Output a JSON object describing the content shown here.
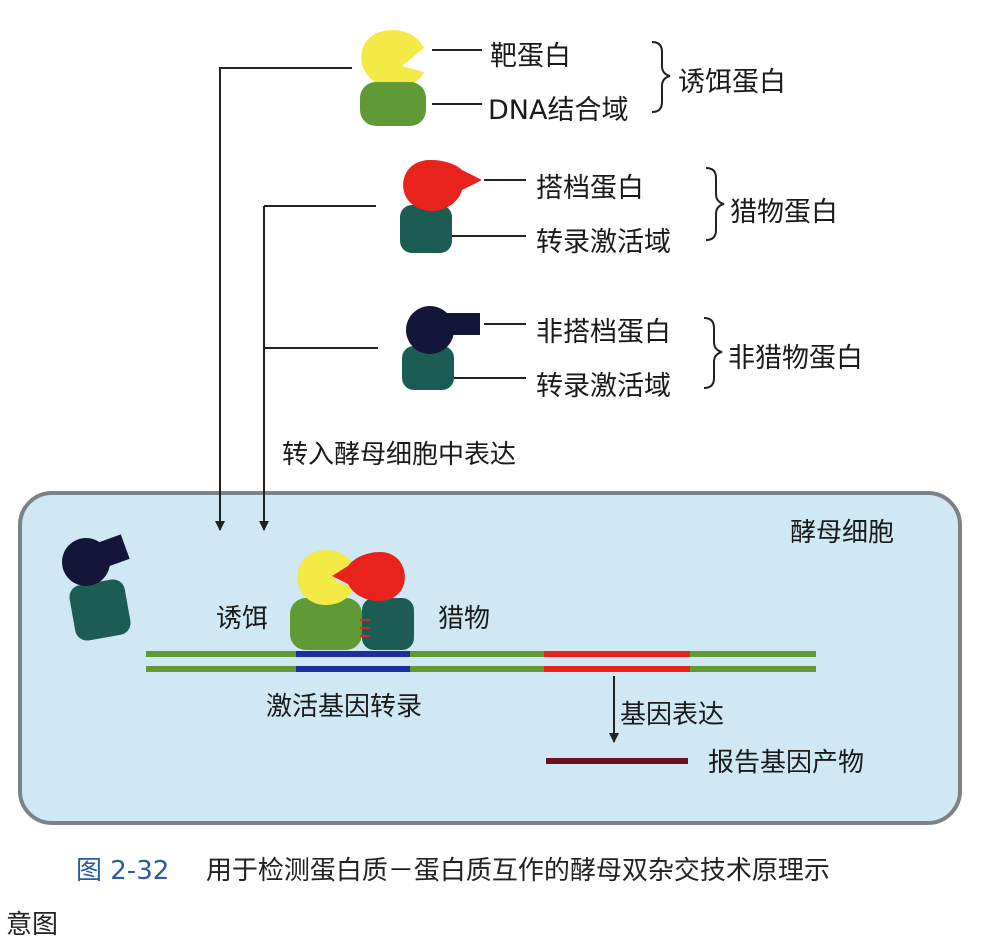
{
  "bait": {
    "target_label": "靶蛋白",
    "dbd_label": "DNA结合域",
    "group_label": "诱饵蛋白"
  },
  "prey": {
    "partner_label": "搭档蛋白",
    "ad_label": "转录激活域",
    "group_label": "猎物蛋白"
  },
  "non_prey": {
    "partner_label": "非搭档蛋白",
    "ad_label": "转录激活域",
    "group_label": "非猎物蛋白"
  },
  "transfer_label": "转入酵母细胞中表达",
  "cell": {
    "title": "酵母细胞",
    "bait_label": "诱饵",
    "prey_label": "猎物",
    "activation_label": "激活基因转录",
    "expression_label": "基因表达",
    "reporter_label": "报告基因产物"
  },
  "caption": {
    "figure_number": "图 2-32",
    "text_line1": "用于检测蛋白质－蛋白质互作的酵母双杂交技术原理示",
    "text_line2": "意图"
  },
  "colors": {
    "yellow": "#f3ea46",
    "green": "#5f9a36",
    "red": "#e8221c",
    "teal": "#1d5b55",
    "navy": "#131638",
    "cell_bg": "#cfe8f3",
    "cell_border": "#7d8287",
    "dna_green": "#5f9a36",
    "dna_blue": "#1d2f9c",
    "dna_red": "#e8221c",
    "reporter": "#6b1020"
  }
}
